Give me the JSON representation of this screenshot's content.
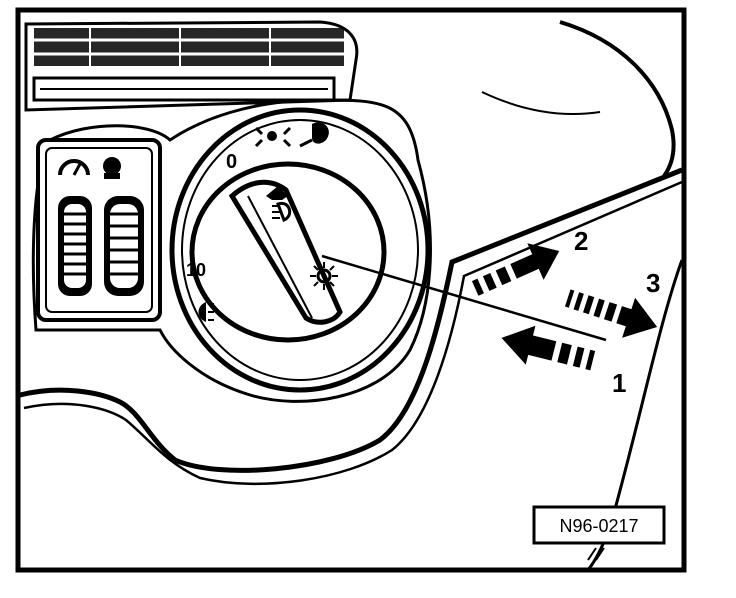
{
  "figure": {
    "reference_code": "N96-0217",
    "callouts": [
      "1",
      "2",
      "3"
    ],
    "switch_positions": [
      "0",
      "10"
    ]
  },
  "colors": {
    "ink": "#000000",
    "paper": "#ffffff"
  },
  "icons": [
    "parking-light-icon",
    "headlight-icon",
    "fog-light-icon",
    "rear-fog-light-icon",
    "gauge-icon",
    "pull-knob-icon"
  ]
}
